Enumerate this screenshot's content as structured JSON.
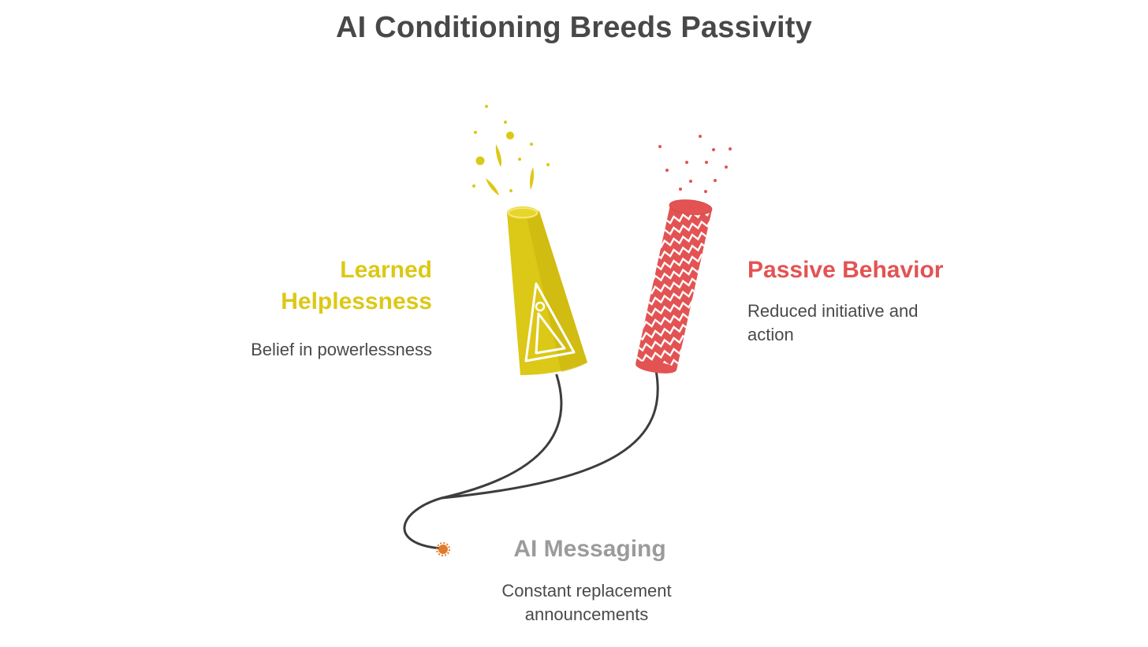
{
  "title": "AI Conditioning Breeds Passivity",
  "colors": {
    "yellow": "#dcc816",
    "red": "#e35353",
    "gray": "#9b9b9b",
    "fuse": "#3d3d3d",
    "spark": "#e07b2a"
  },
  "items": [
    {
      "heading_lines": [
        "Learned",
        "Helplessness"
      ],
      "description_lines": [
        "Belief in powerlessness"
      ]
    },
    {
      "heading_lines": [
        "Passive Behavior"
      ],
      "description_lines": [
        "Reduced initiative and",
        "action"
      ]
    },
    {
      "heading_lines": [
        "AI Messaging"
      ],
      "description_lines": [
        "Constant replacement",
        "announcements"
      ]
    }
  ]
}
